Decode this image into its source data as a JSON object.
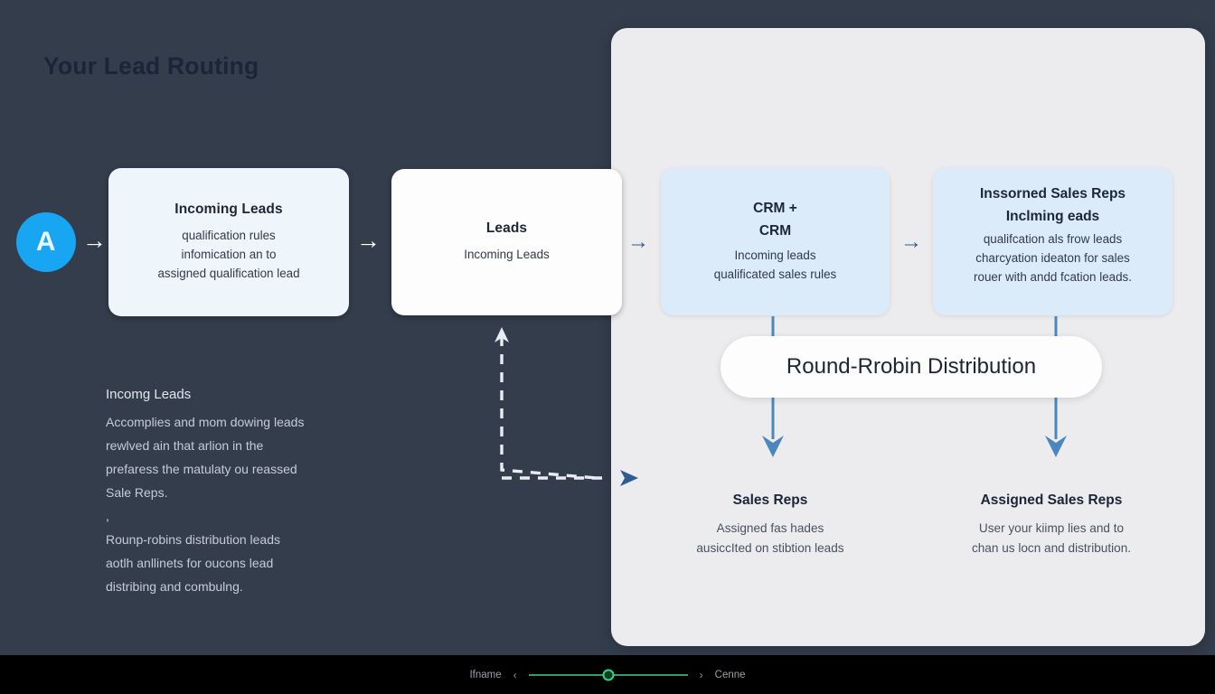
{
  "colors": {
    "background": "#343d4c",
    "panel": "#ececee",
    "avatar_blue": "#18a5f2",
    "card_blue": "#dcebf9",
    "card_pale": "#eff6fb",
    "card_white": "#fdfdfd",
    "arrow_blue": "#2d5c93",
    "slider_green": "#35d47f",
    "bottombar": "#000000"
  },
  "avatar": {
    "initial": "A"
  },
  "flow": {
    "arrow_glyph": "→",
    "cards": [
      {
        "title": "Incoming Leads",
        "lines": [
          "qualification rules",
          "infomication an to",
          "assigned qualification lead"
        ]
      },
      {
        "title": "Leads",
        "lines": [
          "Incoming Leads"
        ]
      },
      {
        "title": "CRM +",
        "title2": "CRM",
        "lines": [
          "Incoming leads",
          "qualificated sales rules"
        ]
      },
      {
        "title": "Inssorned Sales Reps",
        "title2": "Inclming eads",
        "lines": [
          "qualifcation als frow leads",
          "charcyation ideaton for sales",
          "rouer with andd fcation leads."
        ]
      }
    ]
  },
  "left_note": {
    "heading": "Incomg Leads",
    "paragraph1": [
      "Accomplies and mom dowing leads",
      "rewlved ain that arlion in the",
      "prefaress the matulaty ou reassed",
      "Sale Reps."
    ],
    "spacer": ",",
    "paragraph2": [
      "Rounр-robins distribution leads",
      "aotlh anllinets for oucons lead",
      "distribing and combulng."
    ]
  },
  "panel": {
    "title": "Your Lead Routing",
    "pill_label": "Round-Rrobin Distribution",
    "footer_groups": [
      {
        "heading": "Sales Reps",
        "lines": [
          "Assigned fas hades",
          "ausiccIted on stibtion leads"
        ]
      },
      {
        "heading": "Assigned Sales Reps",
        "lines": [
          "User your kiimp lies and to",
          "chan us locn and distribution."
        ]
      }
    ]
  },
  "bottombar": {
    "left_label": "Ifname",
    "prev_glyph": "‹",
    "next_glyph": "›",
    "right_label": "Cenne",
    "slider_value": 50
  }
}
